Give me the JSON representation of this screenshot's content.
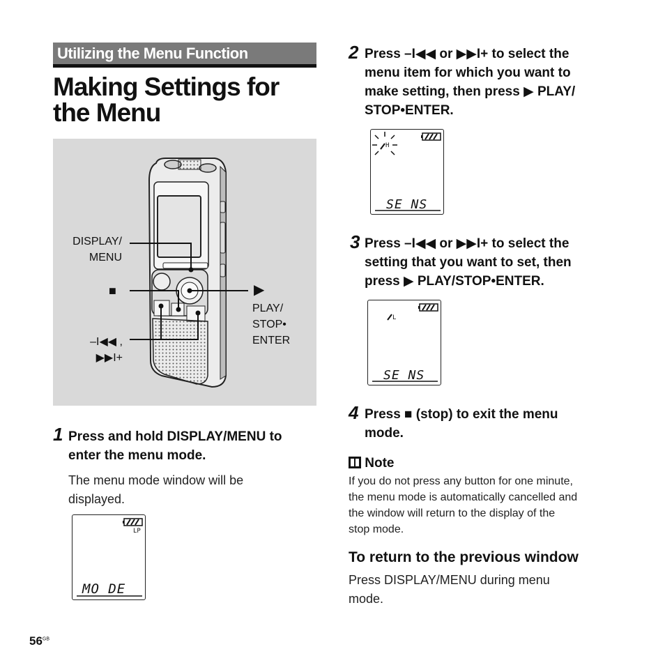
{
  "section_header": "Utilizing the Menu Function",
  "title_line1": "Making Settings for",
  "title_line2": "the Menu",
  "figure": {
    "label_display_menu_1": "DISPLAY/",
    "label_display_menu_2": "MENU",
    "label_stop": "■",
    "label_play_1": "PLAY/",
    "label_play_2": "STOP•",
    "label_play_3": "ENTER",
    "label_skip_1": "–I◀◀ ,",
    "label_skip_2": "▶▶I+"
  },
  "step1": {
    "number": "1",
    "instruction_line1": "Press and hold DISPLAY/MENU to",
    "instruction_line2": "enter the menu mode.",
    "detail_line1": "The menu mode window will be",
    "detail_line2": "displayed.",
    "lcd_indicator": "LP",
    "lcd_text": "MO DE"
  },
  "step2": {
    "number": "2",
    "line1": "Press –I◀◀  or ▶▶I+ to select the",
    "line2": "menu item for which you want to",
    "line3": "make setting, then press ▶ PLAY/",
    "line4": "STOP•ENTER.",
    "lcd_indicator": "H",
    "lcd_text": "SE NS"
  },
  "step3": {
    "number": "3",
    "line1": "Press –I◀◀  or ▶▶I+ to select the",
    "line2": "setting that you want to set, then",
    "line3": "press ▶ PLAY/STOP•ENTER.",
    "lcd_indicator": "L",
    "lcd_text": "SE NS"
  },
  "step4": {
    "number": "4",
    "line1": "Press ■ (stop) to exit the menu",
    "line2": "mode."
  },
  "note": {
    "heading": "Note",
    "line1": "If you do not press any button for one minute,",
    "line2": "the menu mode is automatically cancelled and",
    "line3": "the window will return to the display of the",
    "line4": "stop mode."
  },
  "return_section": {
    "heading": "To return to the previous window",
    "line1": "Press DISPLAY/MENU during menu",
    "line2": "mode."
  },
  "page_number": "56",
  "page_suffix": "GB"
}
